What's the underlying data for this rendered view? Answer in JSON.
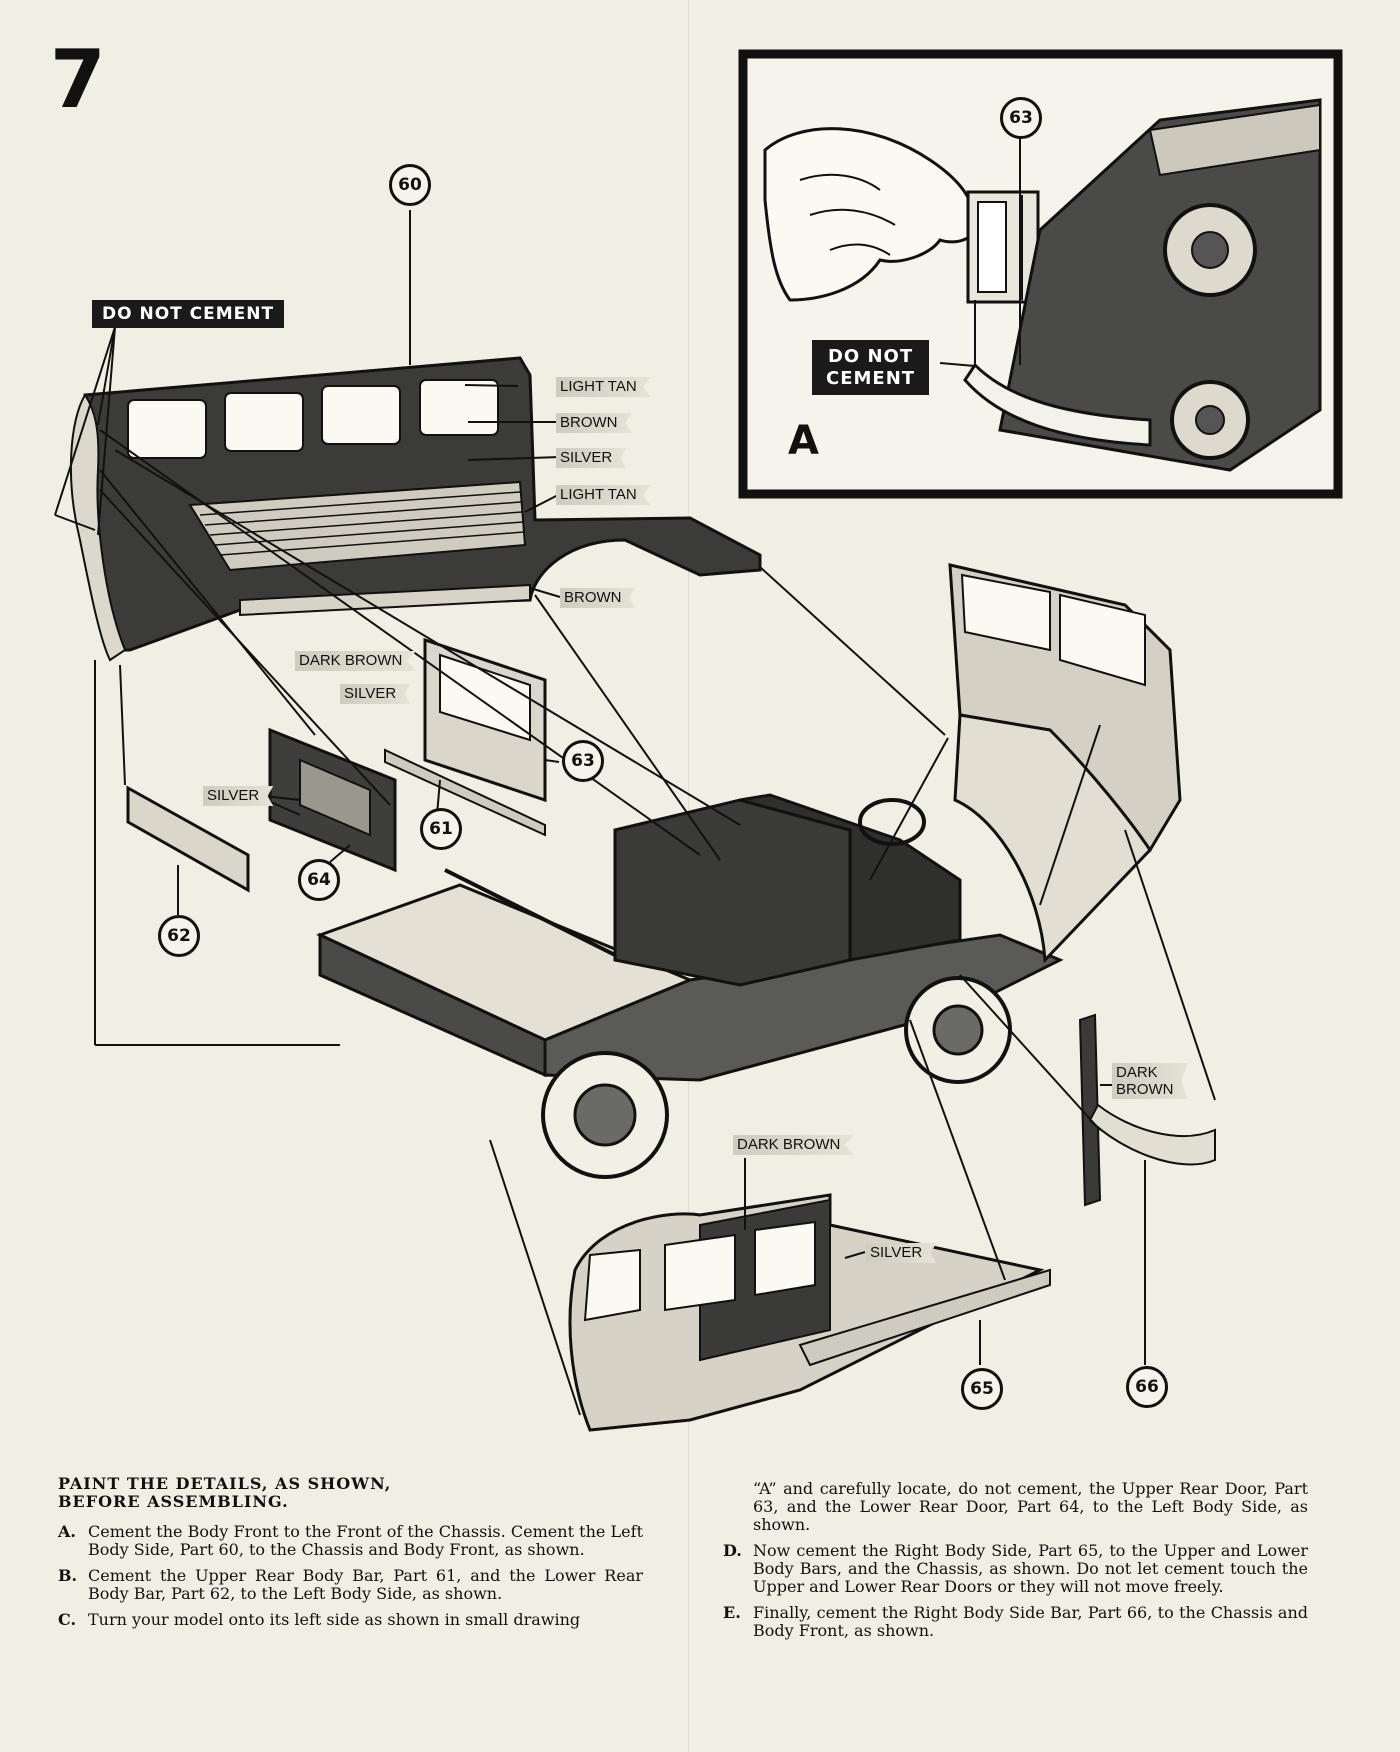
{
  "step_number": "7",
  "labels": {
    "do_not_cement_main": "DO NOT CEMENT",
    "inset_do_not": "DO NOT",
    "inset_cement": "CEMENT",
    "inset_letter": "A"
  },
  "color_tags": {
    "light_tan_1": "LIGHT TAN",
    "brown_1": "BROWN",
    "silver_1": "SILVER",
    "light_tan_2": "LIGHT TAN",
    "brown_2": "BROWN",
    "dark_brown_1": "DARK BROWN",
    "silver_2": "SILVER",
    "silver_3": "SILVER",
    "dark_brown_2a": "DARK",
    "dark_brown_2b": "BROWN",
    "dark_brown_3": "DARK BROWN",
    "silver_4": "SILVER"
  },
  "parts": {
    "p60": "60",
    "p63_inset": "63",
    "p63": "63",
    "p61": "61",
    "p64": "64",
    "p62": "62",
    "p65": "65",
    "p66": "66"
  },
  "instructions": {
    "heading_1": "PAINT THE DETAILS, AS SHOWN,",
    "heading_2": "BEFORE ASSEMBLING.",
    "A": {
      "letter": "A.",
      "text": "Cement the Body Front to the Front of the Chassis. Cement the Left Body Side, Part 60, to the Chassis and Body Front, as shown."
    },
    "B": {
      "letter": "B.",
      "text": "Cement the Upper Rear Body Bar, Part 61, and the Lower Rear Body Bar, Part 62, to the Left Body Side, as shown."
    },
    "C": {
      "letter": "C.",
      "text": "Turn your model onto its left side as shown in small drawing"
    },
    "C_cont": "“A” and carefully locate, do not cement, the Upper Rear Door, Part 63, and the Lower Rear Door, Part 64, to the Left Body Side, as shown.",
    "D": {
      "letter": "D.",
      "text": "Now cement the Right Body Side, Part 65, to the Upper and Lower Body Bars, and the Chassis, as shown. Do not let cement touch the Upper and Lower Rear Doors or they will not move freely."
    },
    "E": {
      "letter": "E.",
      "text": "Finally, cement the Right Body Side Bar, Part 66, to the Chassis and Body Front, as shown."
    }
  }
}
